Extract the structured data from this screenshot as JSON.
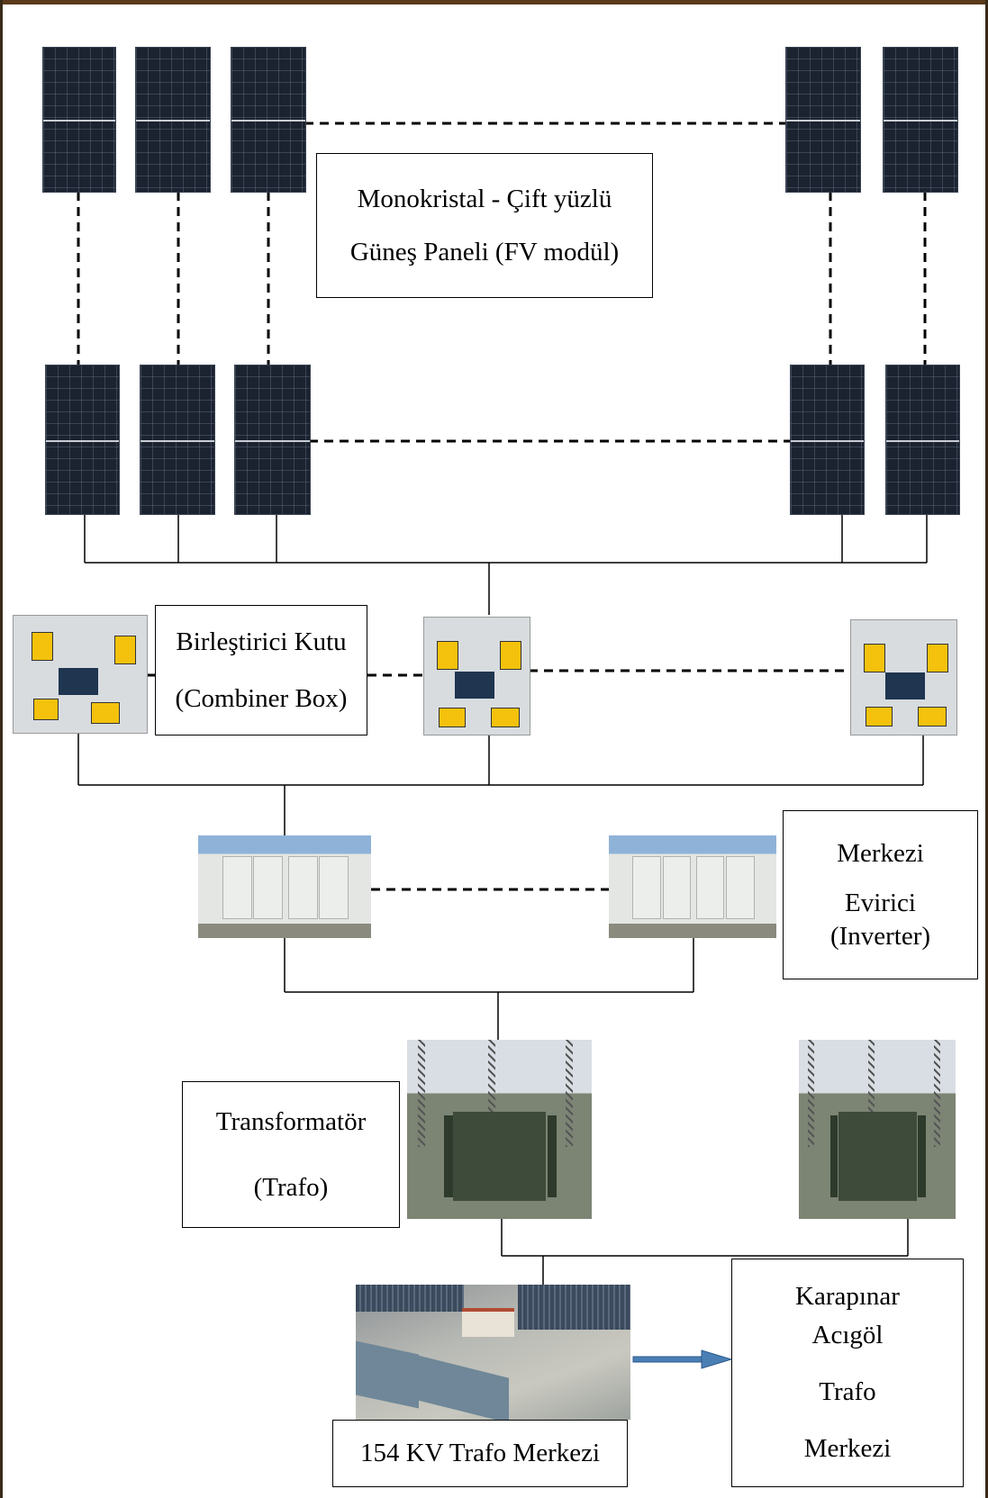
{
  "labels": {
    "panel_line1": "Monokristal - Çift yüzlü",
    "panel_line2": "Güneş Paneli (FV modül)",
    "combiner_line1": "Birleştirici Kutu",
    "combiner_line2": "(Combiner Box)",
    "inverter_line1": "Merkezi",
    "inverter_line2": "Evirici",
    "inverter_line3": "(Inverter)",
    "trafo_line1": "Transformatör",
    "trafo_line2": "(Trafo)",
    "substation": "154 KV Trafo Merkezi",
    "karapinar_line1": "Karapınar",
    "karapinar_line2": "Acıgöl",
    "karapinar_line3": "Trafo",
    "karapinar_line4": "Merkezi"
  },
  "colors": {
    "panel": "#1b2230",
    "line": "#000000",
    "arrow": "#4a7fb5"
  }
}
